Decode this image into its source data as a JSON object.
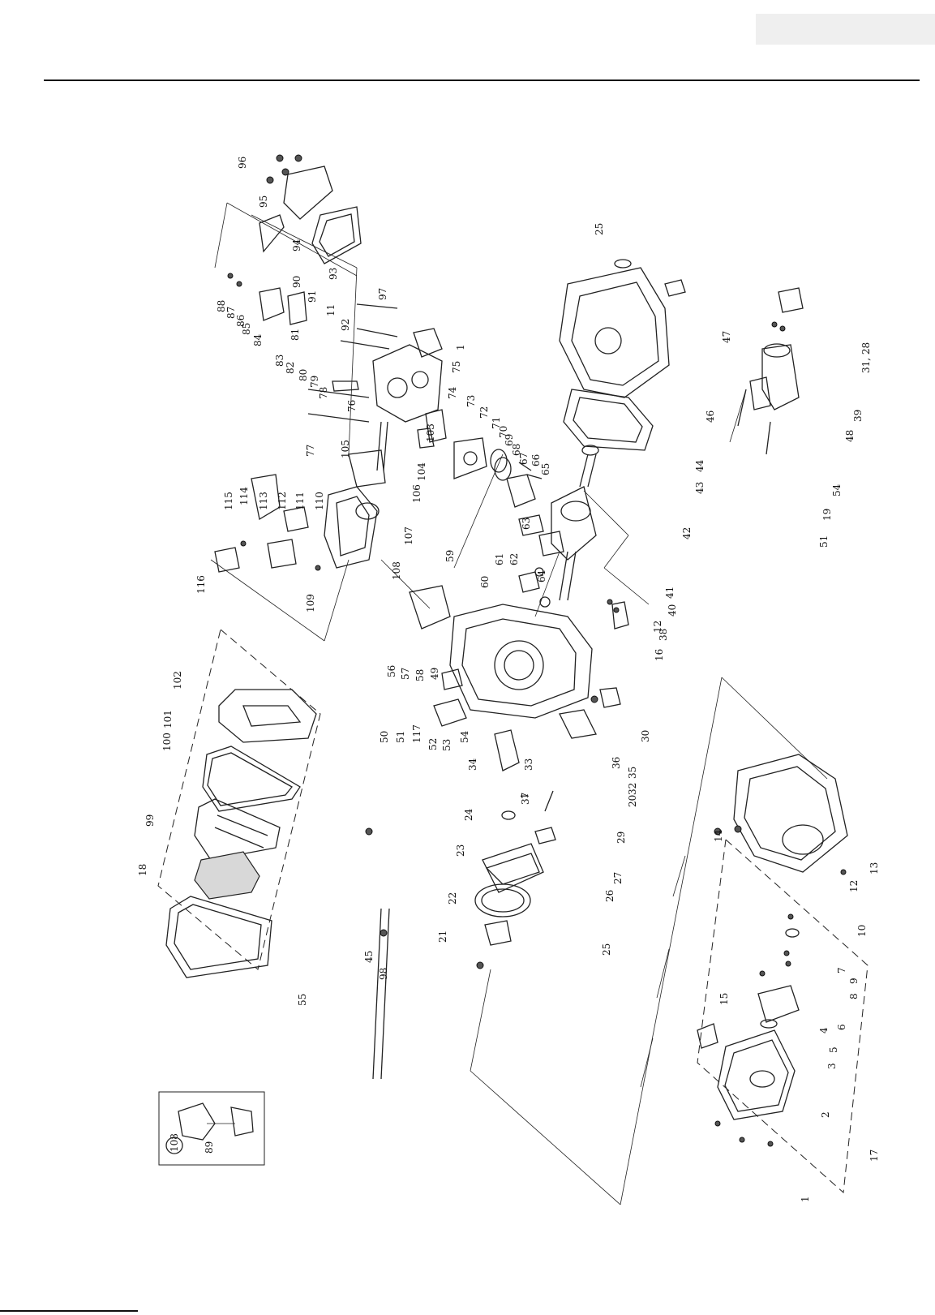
{
  "callouts": [
    "96",
    "95",
    "94",
    "93",
    "88",
    "87",
    "86",
    "85",
    "84",
    "90",
    "91",
    "92",
    "97",
    "11",
    "83",
    "82",
    "81",
    "80",
    "79",
    "78",
    "76",
    "1",
    "75",
    "74",
    "73",
    "72",
    "71",
    "70",
    "69",
    "68",
    "67",
    "66",
    "65",
    "77",
    "105",
    "104",
    "103",
    "106",
    "107",
    "108",
    "115",
    "114",
    "113",
    "112",
    "111",
    "110",
    "109",
    "63",
    "62",
    "61",
    "60",
    "64",
    "59",
    "25",
    "47",
    "46",
    "44",
    "43",
    "42",
    "41",
    "40",
    "12",
    "38",
    "16",
    "31,  28",
    "39",
    "48",
    "54",
    "19",
    "51",
    "116",
    "102",
    "101",
    "100",
    "99",
    "18",
    "55",
    "56",
    "57",
    "58",
    "49",
    "50",
    "51",
    "117",
    "52",
    "53",
    "54",
    "34",
    "33",
    "1",
    "37",
    "36",
    "35",
    "32",
    "20",
    "30",
    "29",
    "27",
    "26",
    "25",
    "24",
    "23",
    "22",
    "21",
    "45",
    "98",
    "14",
    "13",
    "12",
    "10",
    "9",
    "8",
    "7",
    "6",
    "5",
    "4",
    "15",
    "3",
    "2",
    "17",
    "1",
    "89",
    "108"
  ]
}
